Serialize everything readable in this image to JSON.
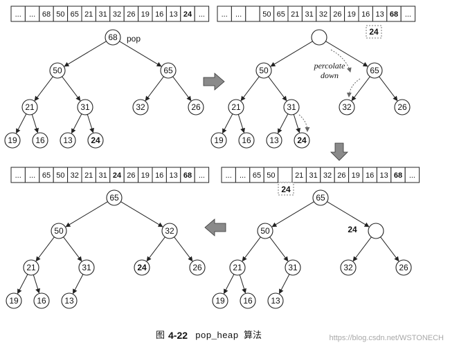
{
  "arrays": {
    "a": [
      "...",
      "...",
      "68",
      "50",
      "65",
      "21",
      "31",
      "32",
      "26",
      "19",
      "16",
      "13",
      "24",
      "..."
    ],
    "b": [
      "...",
      "...",
      "",
      "50",
      "65",
      "21",
      "31",
      "32",
      "26",
      "19",
      "16",
      "13",
      "68",
      "..."
    ],
    "c": [
      "...",
      "...",
      "65",
      "50",
      "32",
      "21",
      "31",
      "24",
      "26",
      "19",
      "16",
      "13",
      "68",
      "..."
    ],
    "d": [
      "...",
      "...",
      "65",
      "50",
      "",
      "21",
      "31",
      "32",
      "26",
      "19",
      "16",
      "13",
      "68",
      "..."
    ]
  },
  "trees": {
    "a": [
      "68",
      "50",
      "65",
      "21",
      "31",
      "32",
      "26",
      "19",
      "16",
      "13",
      "24"
    ],
    "b": [
      "",
      "50",
      "65",
      "21",
      "31",
      "32",
      "26",
      "19",
      "16",
      "13",
      "24"
    ],
    "c": [
      "65",
      "50",
      "32",
      "21",
      "31",
      "24",
      "26",
      "19",
      "16",
      "13"
    ],
    "d": [
      "65",
      "50",
      "",
      "21",
      "31",
      "32",
      "26",
      "19",
      "16",
      "13"
    ]
  },
  "labels": {
    "pop": "pop",
    "held_value": "24",
    "percolate": [
      "percolate",
      "down"
    ]
  },
  "caption": {
    "prefix": "图",
    "number": "4-22",
    "code": "pop_heap",
    "suffix": "算法"
  },
  "watermark": "https://blog.csdn.net/WSTONECH",
  "arrow_color": "#8a8a8a"
}
